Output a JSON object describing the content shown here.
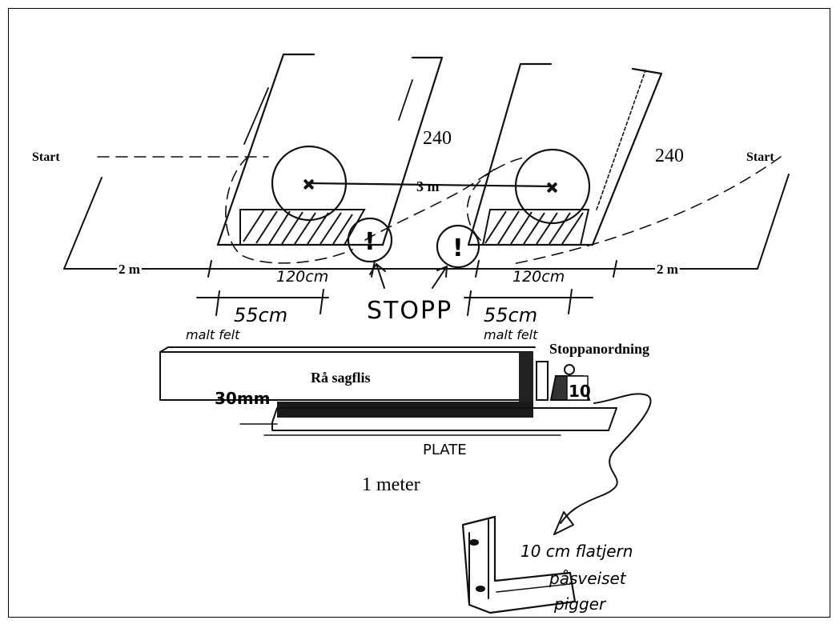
{
  "labels": {
    "start_left": "Start",
    "start_right": "Start",
    "num_240_left": "240",
    "num_240_right": "240",
    "three_m": "3 m",
    "two_m_left": "2 m",
    "two_m_right": "2 m",
    "dist_120_left": "120cm",
    "dist_120_right": "120cm",
    "width_55_left": "55cm",
    "width_55_right": "55cm",
    "malt_felt_left": "malt felt",
    "malt_felt_right": "malt felt",
    "stopp": "STOPP",
    "stop_marker_left": "!",
    "stop_marker_right": "!",
    "stoppanordning": "Stoppanordning",
    "raa_sagflis": "Rå sagflis",
    "thickness": "30mm",
    "weight_label": "10",
    "plate": "PLATE",
    "one_meter": "1 meter",
    "flatjern_line1": "10 cm flatjern",
    "flatjern_line2": "påsveiset",
    "flatjern_line3": "pigger"
  }
}
